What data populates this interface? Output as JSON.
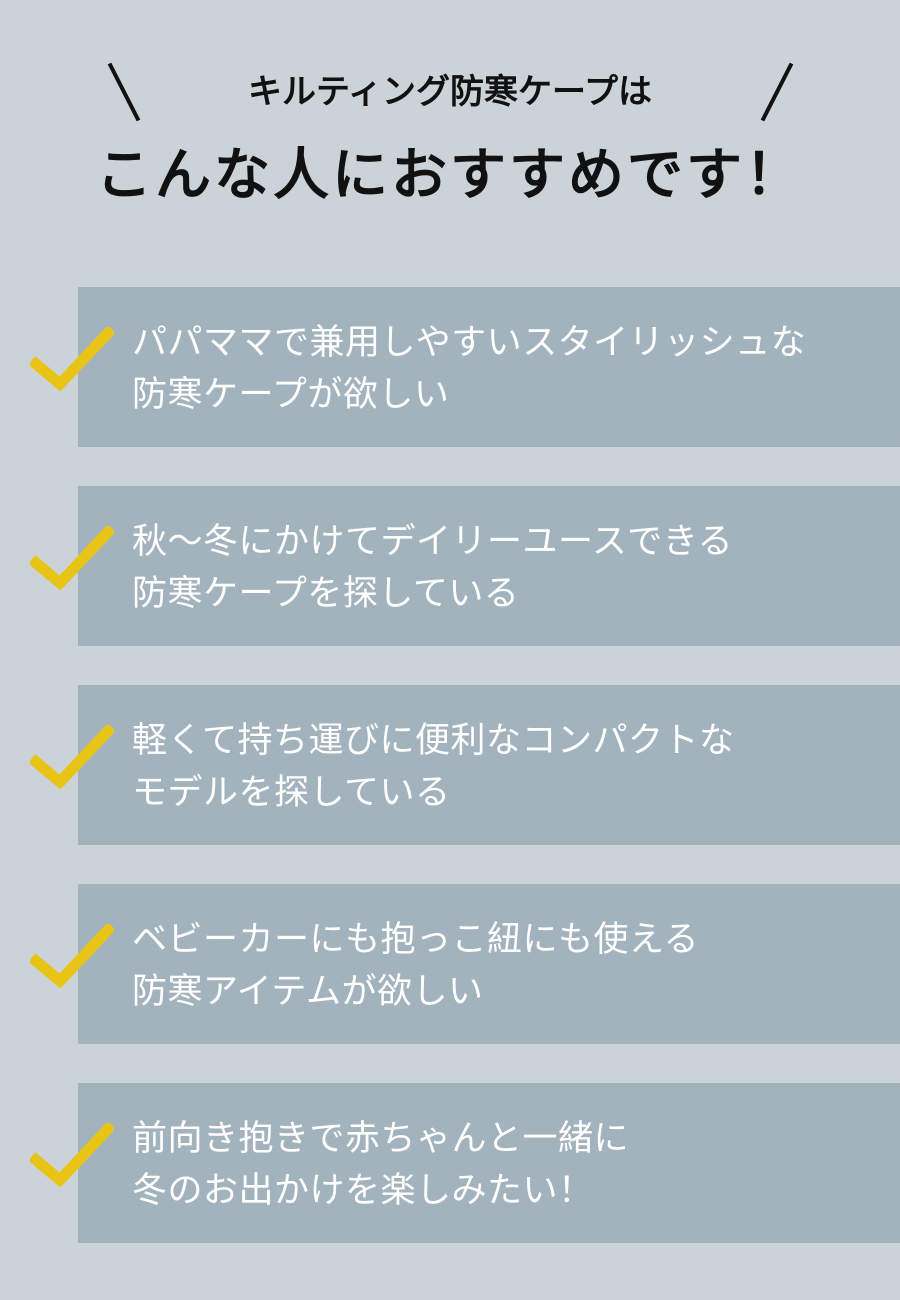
{
  "header": {
    "subtitle": "キルティング防寒ケープは",
    "title": "こんな人におすすめです！"
  },
  "colors": {
    "background": "#cbd3d8",
    "card": "#a3b3bd",
    "check": "#e8c416",
    "text_dark": "#111111",
    "text_light": "#ffffff"
  },
  "items": [
    {
      "lines": [
        "パパママで兼用しやすいスタイリッシュな",
        "防寒ケープが欲しい"
      ],
      "icon": "check-icon"
    },
    {
      "lines": [
        "秋〜冬にかけてデイリーユースできる",
        "防寒ケープを探している"
      ],
      "icon": "check-icon"
    },
    {
      "lines": [
        "軽くて持ち運びに便利なコンパクトな",
        "モデルを探している"
      ],
      "icon": "check-icon"
    },
    {
      "lines": [
        "ベビーカーにも抱っこ紐にも使える",
        "防寒アイテムが欲しい"
      ],
      "icon": "check-icon"
    },
    {
      "lines": [
        "前向き抱きで赤ちゃんと一緒に",
        "冬のお出かけを楽しみたい！"
      ],
      "icon": "check-icon"
    }
  ]
}
